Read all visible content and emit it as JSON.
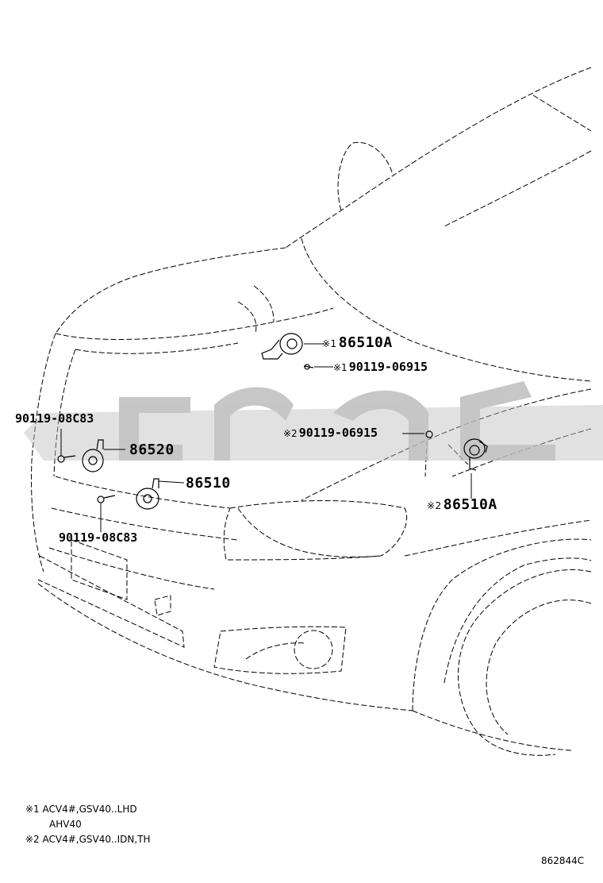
{
  "colors": {
    "ink": "#000000",
    "watermark": "#bdbdbd",
    "background": "#ffffff"
  },
  "watermark": {
    "kind": "logo",
    "text": "قطع"
  },
  "callouts": {
    "horn_upper_lhd": {
      "mark": "※1",
      "part": "86510A"
    },
    "bolt_upper_lhd": {
      "mark": "※1",
      "part": "90119-06915"
    },
    "bolt_right": {
      "mark": "※2",
      "part": "90119-06915"
    },
    "horn_right": {
      "mark": "※2",
      "part": "86510A"
    },
    "bolt_left_top": {
      "part": "90119-08C83"
    },
    "horn_left_high": {
      "part": "86520"
    },
    "horn_left_low": {
      "part": "86510"
    },
    "bolt_left_bottom": {
      "part": "90119-08C83"
    }
  },
  "notes": [
    {
      "mark": "※1",
      "text": "ACV4#,GSV40..LHD"
    },
    {
      "mark": "",
      "text": "AHV40"
    },
    {
      "mark": "※2",
      "text": "ACV4#,GSV40..IDN,TH"
    }
  ],
  "figure_ref": "862844C"
}
